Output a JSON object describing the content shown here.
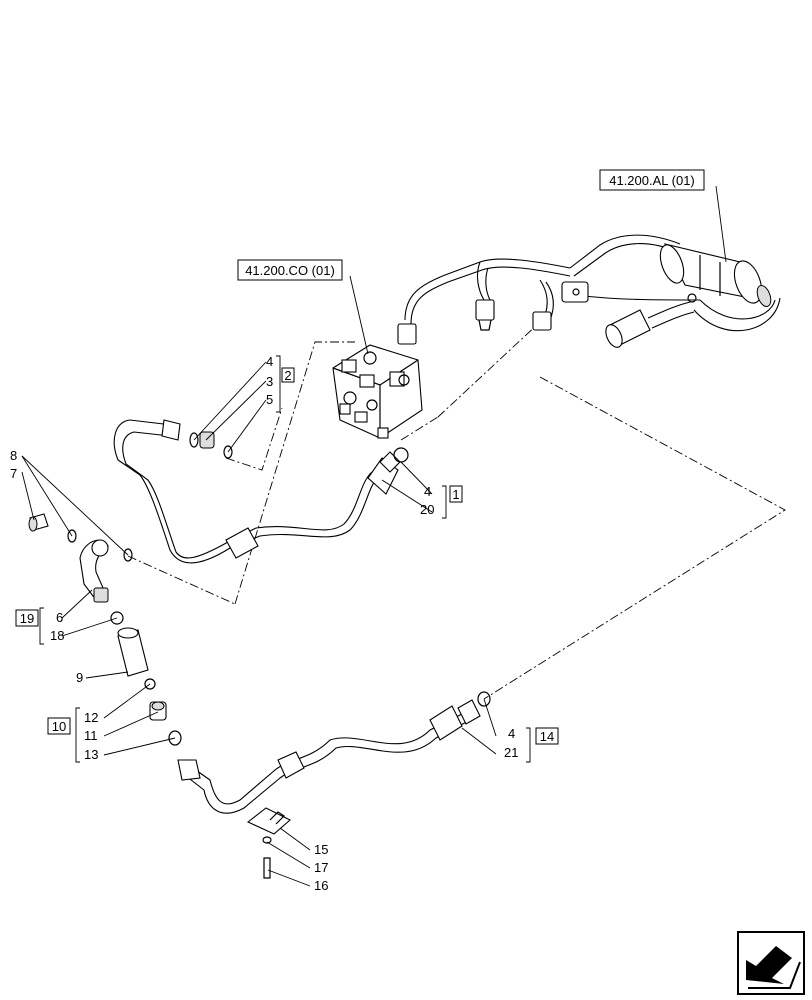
{
  "references": {
    "ref_al": "41.200.AL (01)",
    "ref_co": "41.200.CO (01)"
  },
  "callouts": {
    "c8": "8",
    "c7": "7",
    "c4a": "4",
    "c3": "3",
    "c5": "5",
    "box2": "2",
    "c4b": "4",
    "c20": "20",
    "box1": "1",
    "box19": "19",
    "c6": "6",
    "c18": "18",
    "c9": "9",
    "box10": "10",
    "c12": "12",
    "c11": "11",
    "c13": "13",
    "c4c": "4",
    "c21": "21",
    "box14": "14",
    "c15": "15",
    "c17": "17",
    "c16": "16"
  },
  "nav_icon": "return-arrow-icon"
}
